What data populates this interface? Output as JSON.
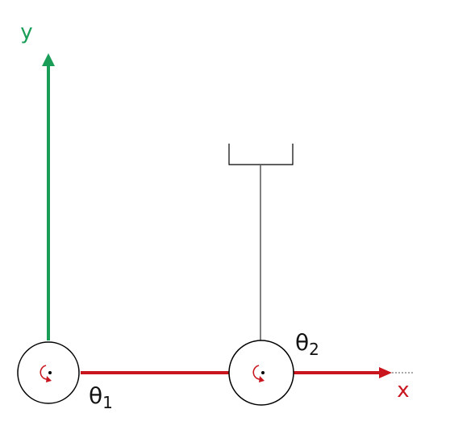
{
  "labels": {
    "y_axis": "y",
    "x_axis": "x",
    "theta_symbol": "θ",
    "joint1_subscript": "1",
    "joint2_subscript": "2"
  },
  "colors": {
    "y_axis": "#1a9e57",
    "x_axis": "#c9161e",
    "rotation_arrow": "#c9161e",
    "link": "#000000",
    "joint_outline": "#000000",
    "gripper": "#000000"
  },
  "icons": {
    "joint": "revolute-joint-icon",
    "rotation": "rotation-arrow-icon",
    "gripper": "gripper-icon"
  }
}
